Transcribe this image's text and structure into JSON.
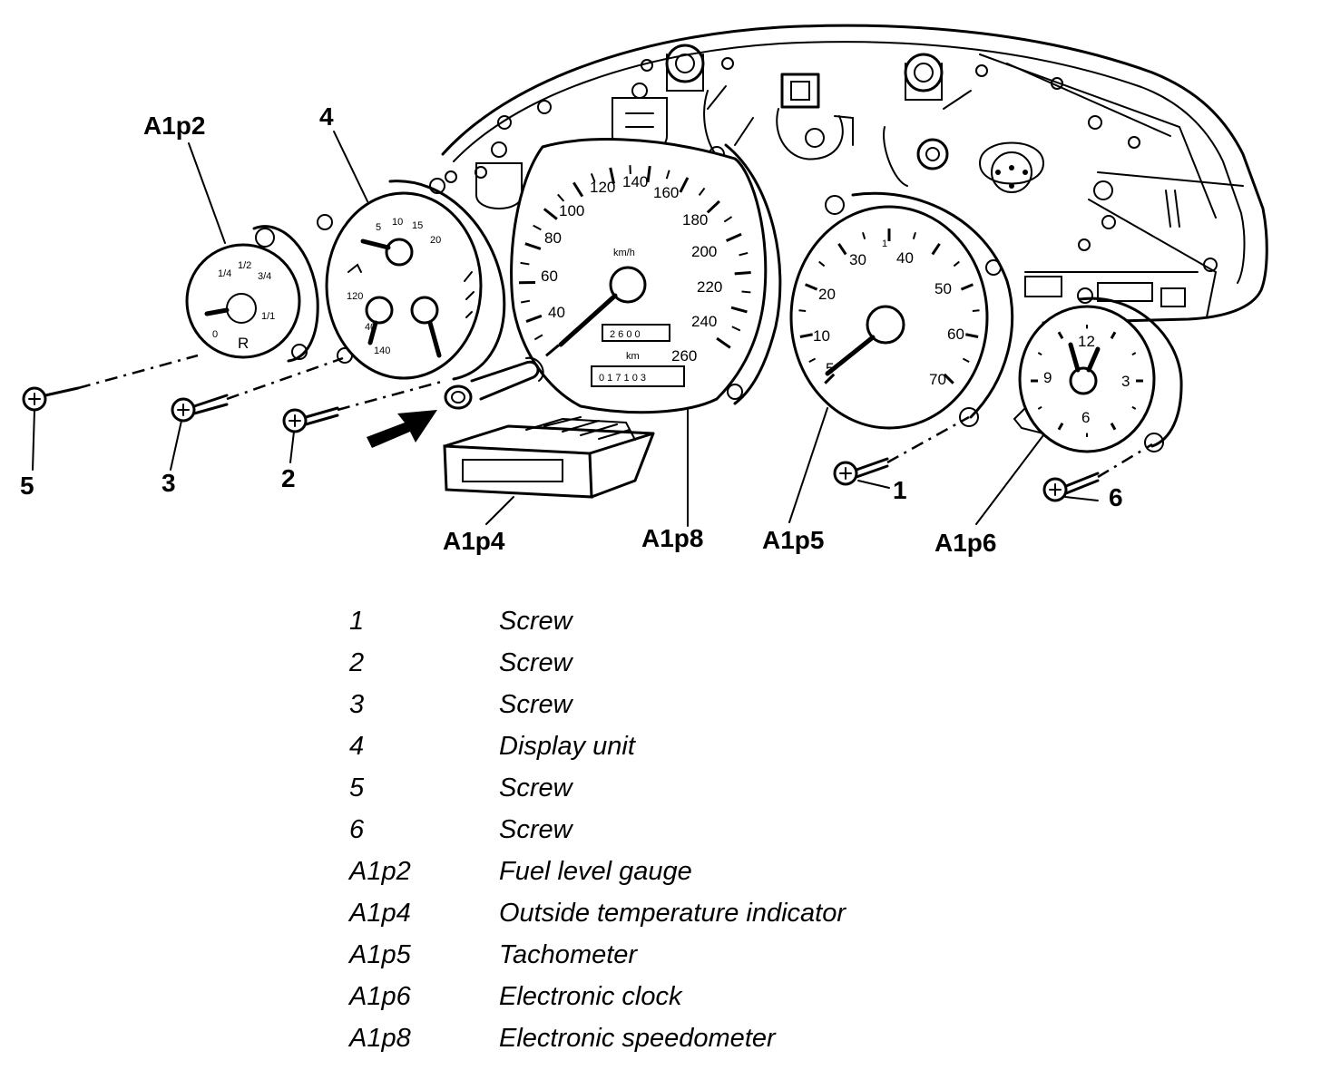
{
  "callouts": {
    "a1p2": "A1p2",
    "four": "4",
    "five": "5",
    "three": "3",
    "two": "2",
    "a1p4": "A1p4",
    "a1p8": "A1p8",
    "a1p5": "A1p5",
    "a1p6": "A1p6",
    "one": "1",
    "six": "6"
  },
  "speedometer": {
    "scale": [
      "40",
      "60",
      "80",
      "100",
      "120",
      "140",
      "160",
      "180",
      "200",
      "220",
      "240",
      "260"
    ],
    "unit": "km/h",
    "trip": "2 6 0 0",
    "odometer": "0 1 7 1 0 3",
    "km_label": "km"
  },
  "tachometer": {
    "scale": [
      "5",
      "10",
      "20",
      "30",
      "1",
      "40",
      "50",
      "60",
      "70"
    ]
  },
  "clock": {
    "numerals": [
      "12",
      "3",
      "6",
      "9"
    ]
  },
  "fuel_gauge": {
    "marks": [
      "1/4",
      "1/2",
      "3/4",
      "1/1",
      "0",
      "R"
    ]
  },
  "display_unit": {
    "scale": [
      "5",
      "10",
      "15",
      "20",
      "120",
      "40",
      "140"
    ]
  },
  "legend": [
    {
      "code": "1",
      "desc": "Screw"
    },
    {
      "code": "2",
      "desc": "Screw"
    },
    {
      "code": "3",
      "desc": "Screw"
    },
    {
      "code": "4",
      "desc": "Display unit"
    },
    {
      "code": "5",
      "desc": "Screw"
    },
    {
      "code": "6",
      "desc": "Screw"
    },
    {
      "code": "A1p2",
      "desc": "Fuel level gauge"
    },
    {
      "code": "A1p4",
      "desc": "Outside temperature indicator"
    },
    {
      "code": "A1p5",
      "desc": "Tachometer"
    },
    {
      "code": "A1p6",
      "desc": "Electronic clock"
    },
    {
      "code": "A1p8",
      "desc": "Electronic speedometer"
    }
  ]
}
